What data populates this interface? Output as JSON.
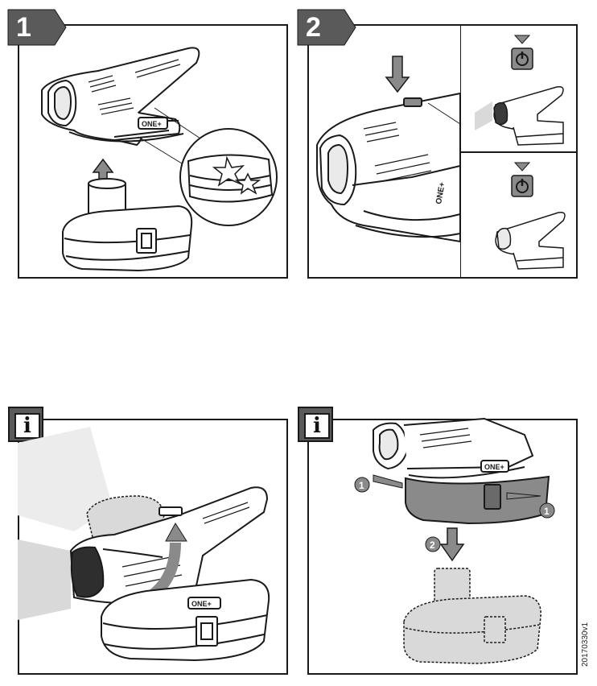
{
  "steps": [
    {
      "number": "1"
    },
    {
      "number": "2"
    }
  ],
  "info_panels": [
    {
      "symbol": "i"
    },
    {
      "symbol": "i"
    }
  ],
  "callouts": {
    "release_button_1a": "1",
    "release_button_1b": "1",
    "remove_battery_2": "2"
  },
  "tool_label": "ONE+",
  "document_code": "20170330v1",
  "icons": {
    "power": "power-icon",
    "arrow": "arrow-down-icon"
  },
  "colors": {
    "tag_gray": "#5a5a5a",
    "power_tile": "#8a8a8a",
    "line": "#1a1a1a",
    "light_beam": "#d9d9d9"
  }
}
